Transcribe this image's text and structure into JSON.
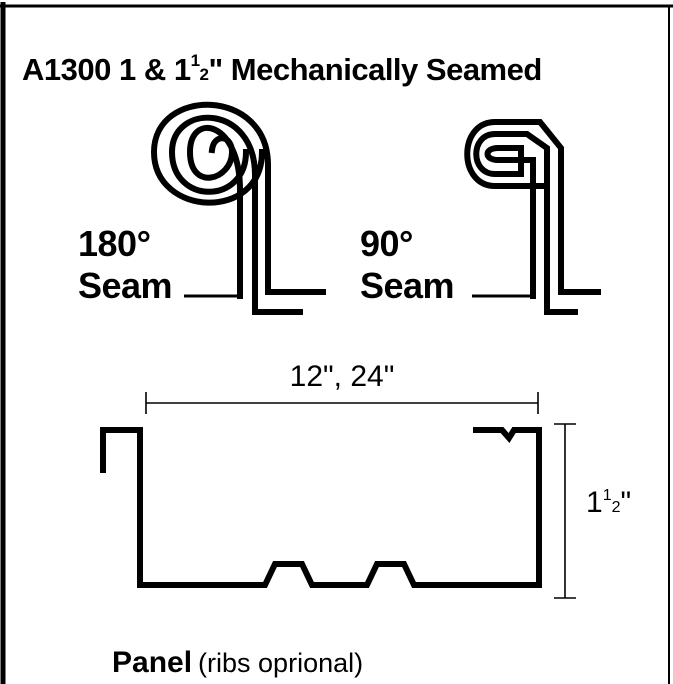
{
  "title": {
    "main": "A1300 1 & 1",
    "fraction_num": "1",
    "fraction_den": "2",
    "rest": "\" Mechanically Seamed"
  },
  "seams": [
    {
      "angle": "180°",
      "word": "Seam"
    },
    {
      "angle": "90°",
      "word": "Seam"
    }
  ],
  "panel": {
    "width_label": "12\", 24\"",
    "height_whole": "1",
    "height_num": "1",
    "height_den": "2",
    "height_unit": "\"",
    "label_bold": "Panel",
    "label_note": "(ribs oprional)"
  }
}
